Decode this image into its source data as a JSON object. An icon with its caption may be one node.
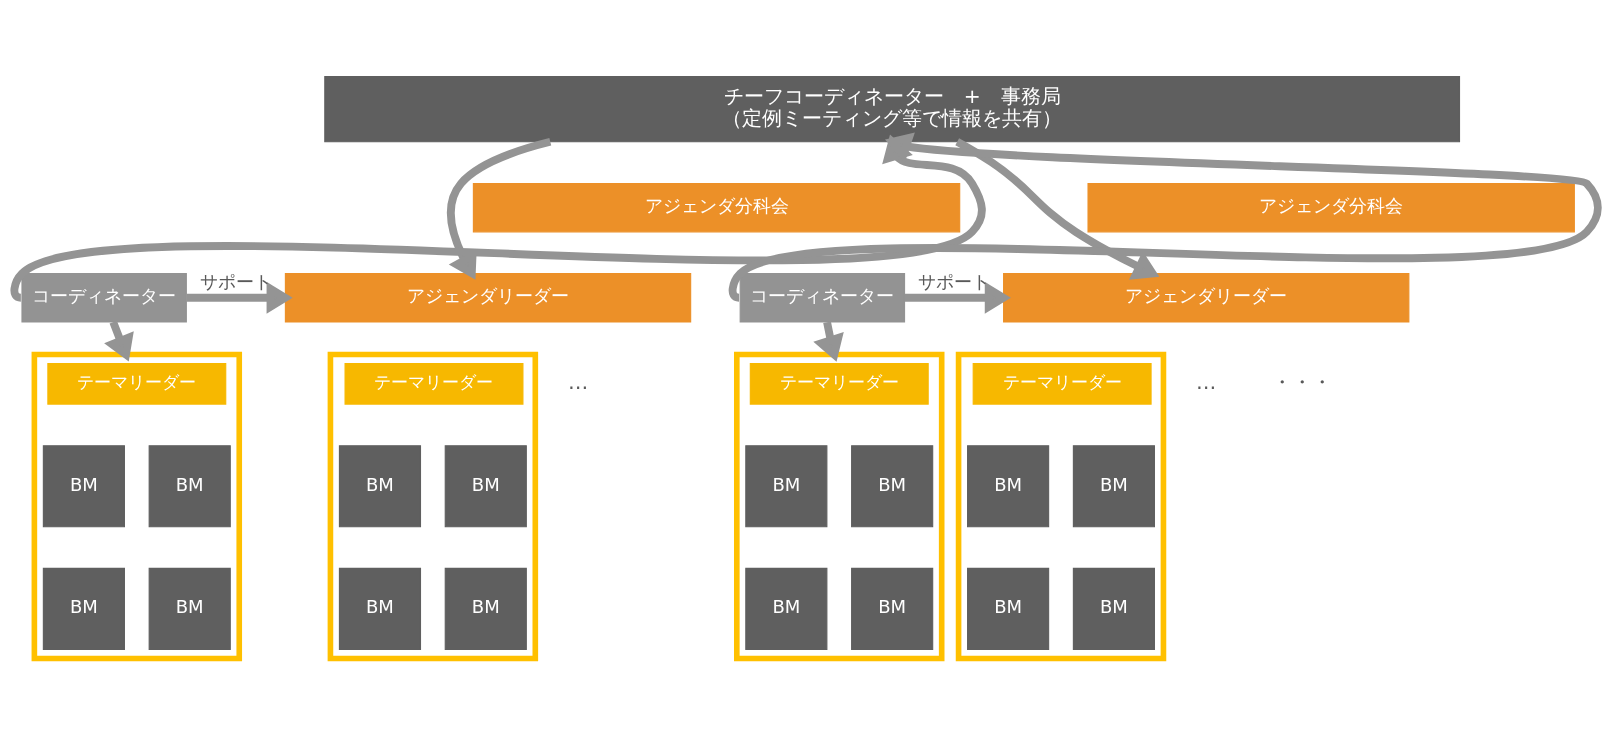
{
  "diagram": {
    "nodes": [
      {
        "text": [
          "チーフコーディネーター　+　事務局",
          "（定例ミーティング等で情報を共有）"
        ]
      },
      {
        "text": [
          "アジェンダ分科会"
        ]
      },
      {
        "text": [
          "アジェンダリーダー"
        ]
      },
      {
        "text": [
          "コーディネーター"
        ]
      },
      {
        "text": [],
        "shape": "box"
      },
      {
        "text": [
          "テーマリーダー"
        ],
        "in": 4
      },
      {
        "text": [
          "BM"
        ],
        "in": 4
      },
      {
        "text": [
          "BM"
        ],
        "in": 4
      },
      {
        "text": [
          "BM"
        ],
        "in": 4
      },
      {
        "text": [
          "BM"
        ],
        "in": 4
      },
      {
        "text": [],
        "shape": "box"
      },
      {
        "text": [
          "テーマリーダー"
        ],
        "in": 10
      },
      {
        "text": [
          "BM"
        ],
        "in": 10
      },
      {
        "text": [
          "BM"
        ],
        "in": 10
      },
      {
        "text": [
          "BM"
        ],
        "in": 10
      },
      {
        "text": [
          "BM"
        ],
        "in": 10
      },
      {
        "text": [
          "アジェンダ分科会"
        ]
      },
      {
        "text": [
          "アジェンダリーダー"
        ]
      },
      {
        "text": [
          "コーディネーター"
        ]
      },
      {
        "text": [],
        "shape": "box"
      },
      {
        "text": [
          "テーマリーダー"
        ],
        "in": 19
      },
      {
        "text": [
          "BM"
        ],
        "in": 19
      },
      {
        "text": [
          "BM"
        ],
        "in": 19
      },
      {
        "text": [
          "BM"
        ],
        "in": 19
      },
      {
        "text": [
          "BM"
        ],
        "in": 19
      },
      {
        "text": [],
        "shape": "box"
      },
      {
        "text": [
          "テーマリーダー"
        ],
        "in": 25
      },
      {
        "text": [
          "BM"
        ],
        "in": 25
      },
      {
        "text": [
          "BM"
        ],
        "in": 25
      },
      {
        "text": [
          "BM"
        ],
        "in": 25
      },
      {
        "text": [
          "BM"
        ],
        "in": 25
      }
    ],
    "edges": [
      {
        "from": 3,
        "to": 0,
        "arrow": "to"
      },
      {
        "from": 0,
        "to": 2,
        "arrow": "to"
      },
      {
        "from": 3,
        "to": 2,
        "arrow": "to",
        "label": "サポート"
      },
      {
        "from": 3,
        "to": 4,
        "arrow": "to"
      },
      {
        "from": 18,
        "to": 0,
        "arrow": "to"
      },
      {
        "from": 0,
        "to": 17,
        "arrow": "to"
      },
      {
        "from": 18,
        "to": 17,
        "arrow": "to",
        "label": "サポート"
      },
      {
        "from": 18,
        "to": 19,
        "arrow": "to"
      }
    ],
    "labels": [
      "…",
      "…",
      "・・・"
    ]
  }
}
